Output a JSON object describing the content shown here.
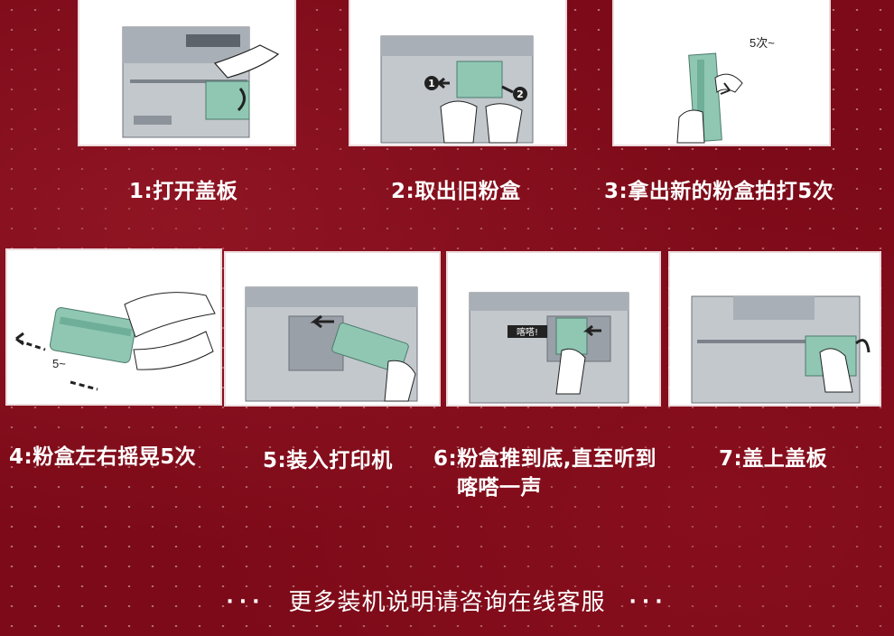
{
  "steps": [
    {
      "caption": "1:打开盖板",
      "icon": "open-cover-illustration"
    },
    {
      "caption": "2:取出旧粉盒",
      "icon": "remove-old-cartridge-illustration",
      "marks": [
        "1",
        "2"
      ]
    },
    {
      "caption": "3:拿出新的粉盒拍打5次",
      "icon": "tap-new-cartridge-illustration",
      "mark": "5次~"
    },
    {
      "caption": "4:粉盒左右摇晃5次",
      "icon": "shake-cartridge-illustration",
      "mark": "5~"
    },
    {
      "caption": "5:装入打印机",
      "icon": "insert-cartridge-illustration"
    },
    {
      "caption_line1": "6:粉盒推到底,直至听到",
      "caption_line2": "喀嗒一声",
      "icon": "push-cartridge-illustration",
      "mark": "喀嗒!"
    },
    {
      "caption": "7:盖上盖板",
      "icon": "close-cover-illustration"
    }
  ],
  "footer": {
    "dots": "···",
    "text": "更多装机说明请咨询在线客服"
  },
  "colors": {
    "background": "#7c0a18",
    "machine_gray": "#b9bec4",
    "toner_green": "#8fc7b3"
  }
}
